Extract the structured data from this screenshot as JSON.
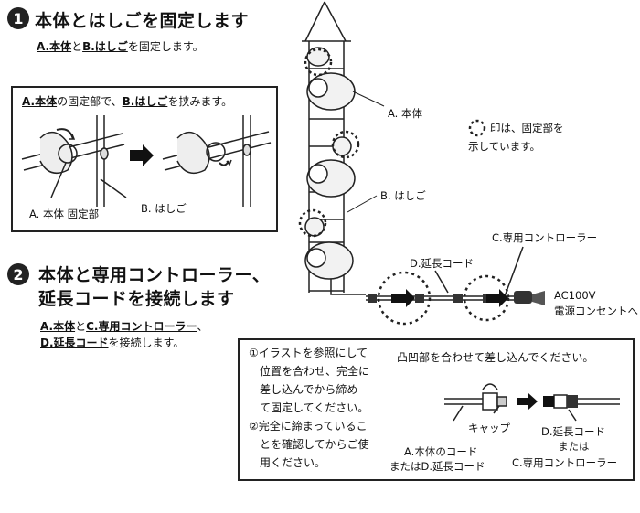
{
  "step1": {
    "number": "1",
    "title": "本体とはしごを固定します",
    "sub": {
      "a": "A.本体",
      "and": "と",
      "b": "B.はしご",
      "rest": "を固定します。"
    },
    "box": {
      "intro": {
        "a": "A.本体",
        "mid": "の固定部で、",
        "b": "B.はしご",
        "rest": "を挟みます。"
      },
      "label_body": "A. 本体 固定部",
      "label_ladder": "B. はしご"
    }
  },
  "step2": {
    "number": "2",
    "title_line1": "本体と専用コントローラー、",
    "title_line2": "延長コードを接続します",
    "sub_line1": {
      "a": "A.本体",
      "and": "と",
      "c": "C.専用コントローラー",
      "rest": "、"
    },
    "sub_line2": {
      "d": "D.延長コード",
      "rest": "を接続します。"
    }
  },
  "diagram": {
    "label_body": "A. 本体",
    "label_ladder": "B. はしご",
    "legend_line1": "印は、固定部を",
    "legend_line2": "示しています。",
    "label_controller": "C.専用コントローラー",
    "label_extension": "D.延長コード",
    "label_ac1": "AC100V",
    "label_ac2": "電源コンセントへ"
  },
  "notes_box": {
    "left_lines": [
      "①イラストを参照にして",
      "位置を合わせ、完全に",
      "差し込んでから締め",
      "て固定してください。",
      "②完全に締まっているこ",
      "とを確認してからご使",
      "用ください。"
    ],
    "heading": "凸凹部を合わせて差し込んでください。",
    "label_cap": "キャップ",
    "label_left1": "A.本体のコード",
    "label_left2": "またはD.延長コード",
    "label_right1": "D.延長コード",
    "label_right2": "または",
    "label_right3": "C.専用コントローラー"
  }
}
